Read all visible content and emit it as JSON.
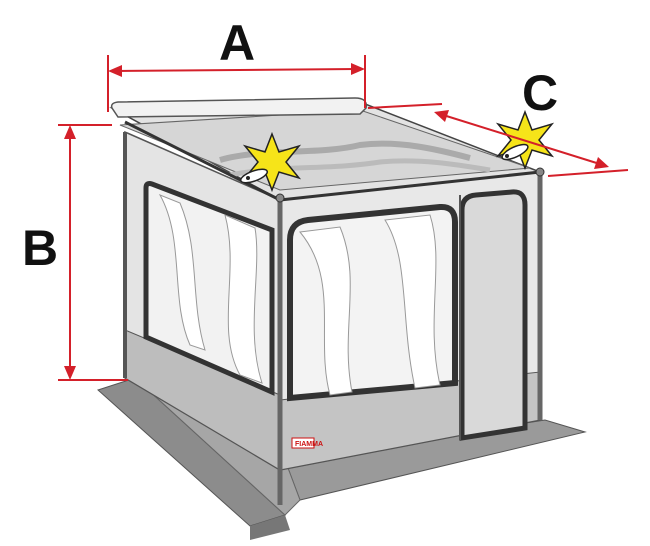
{
  "dimensions": {
    "a": {
      "label": "A"
    },
    "b": {
      "label": "B"
    },
    "c": {
      "label": "C"
    }
  },
  "brand": {
    "name": "FIAMMA"
  },
  "colors": {
    "dimension_line": "#d4202a",
    "awning_fabric": "#e9e9e9",
    "frame": "#4a4a4a",
    "floor_mat": "#8a8a8a",
    "highlight_star": "#f6e419"
  },
  "icons": [
    "fastening-clip-icon",
    "fastening-clip-icon"
  ]
}
